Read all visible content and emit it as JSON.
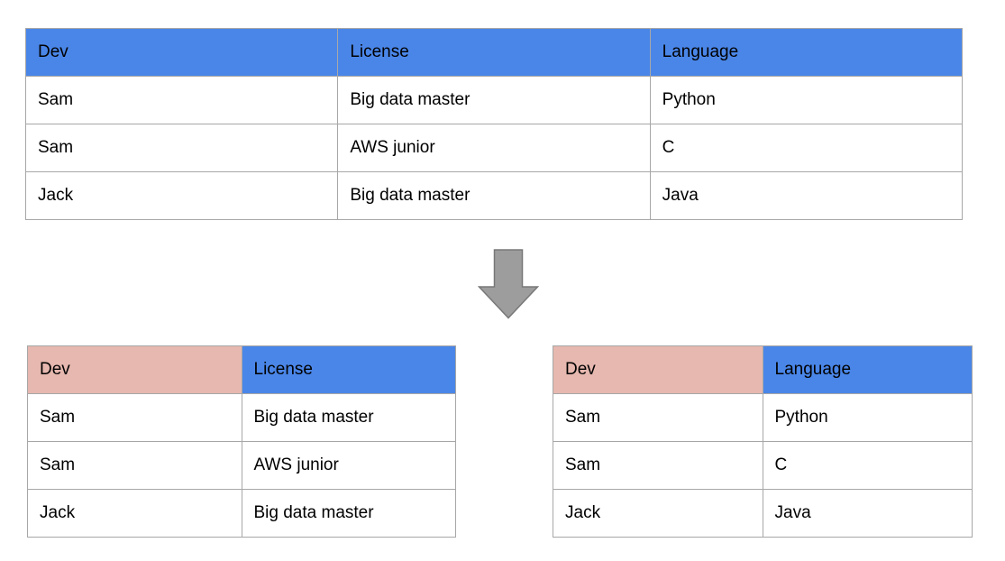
{
  "colors": {
    "header_blue": "#4a86e8",
    "header_pink": "#e6b8af",
    "table_border": "#a7a7a7",
    "arrow_fill": "#9d9d9d",
    "arrow_stroke": "#787878",
    "background": "#ffffff",
    "text": "#000000"
  },
  "arrow": {
    "icon": "down-arrow-icon"
  },
  "source_table": {
    "columns": [
      "Dev",
      "License",
      "Language"
    ],
    "header_fills": [
      "#4a86e8",
      "#4a86e8",
      "#4a86e8"
    ],
    "rows": [
      [
        "Sam",
        "Big data master",
        "Python"
      ],
      [
        "Sam",
        "AWS junior",
        "C"
      ],
      [
        "Jack",
        "Big data master",
        "Java"
      ]
    ]
  },
  "decomposed": {
    "left": {
      "columns": [
        "Dev",
        "License"
      ],
      "header_fills": [
        "#e6b8af",
        "#4a86e8"
      ],
      "rows": [
        [
          "Sam",
          "Big data master"
        ],
        [
          "Sam",
          "AWS junior"
        ],
        [
          "Jack",
          "Big data master"
        ]
      ]
    },
    "right": {
      "columns": [
        "Dev",
        "Language"
      ],
      "header_fills": [
        "#e6b8af",
        "#4a86e8"
      ],
      "rows": [
        [
          "Sam",
          "Python"
        ],
        [
          "Sam",
          "C"
        ],
        [
          "Jack",
          "Java"
        ]
      ]
    }
  }
}
